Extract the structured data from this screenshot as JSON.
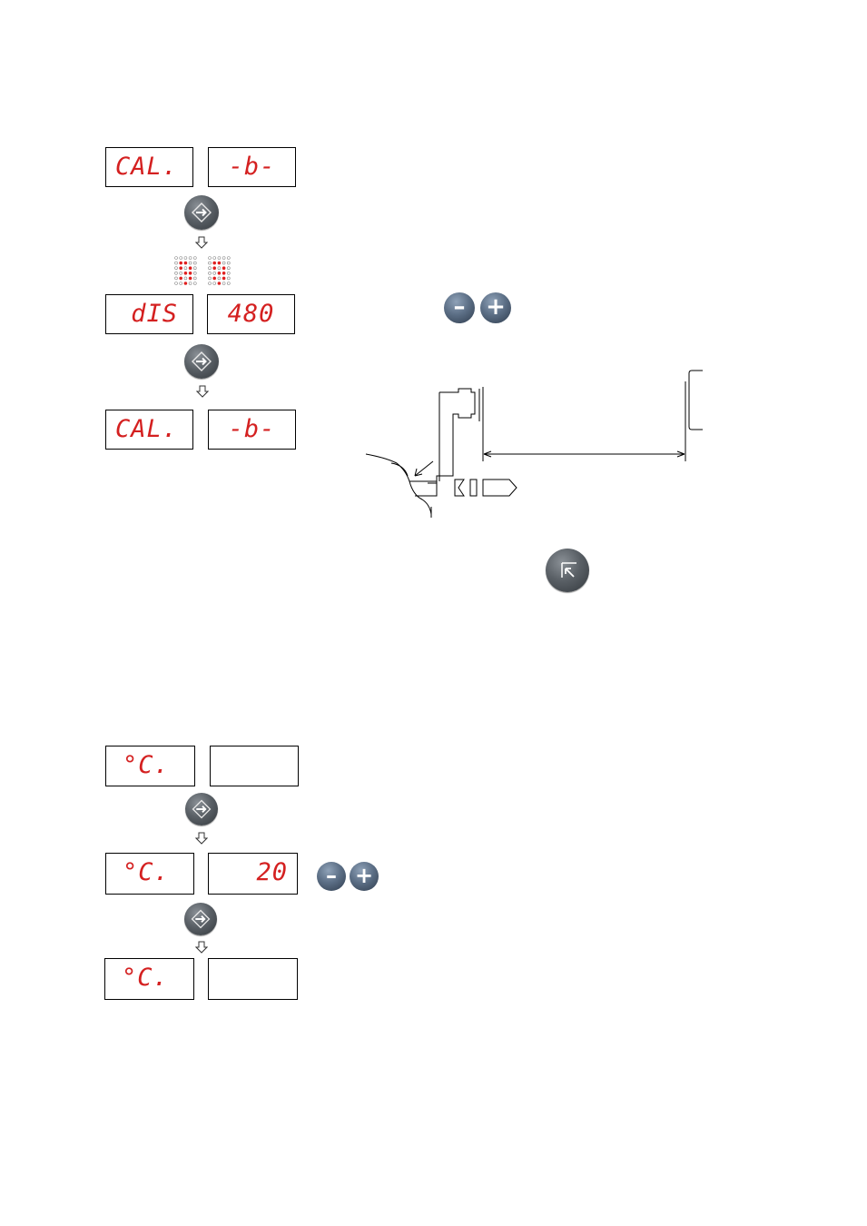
{
  "sequence_a": {
    "step1": {
      "left": "CAL.",
      "right": "-b-"
    },
    "step2": {
      "left": "dIS",
      "right": "480"
    },
    "step3": {
      "left": "CAL.",
      "right": "-b-"
    }
  },
  "sequence_b": {
    "step1": {
      "left": "°C.",
      "right": ""
    },
    "step2": {
      "left": "°C.",
      "right": "20"
    },
    "step3": {
      "left": "°C.",
      "right": ""
    }
  },
  "buttons": {
    "enter_icon": "enter-arrow-icon",
    "escape_icon": "escape-arrow-icon",
    "minus_label": "–",
    "plus_label": "+"
  },
  "colors": {
    "display_text": "#d42020",
    "button": "#5a6066",
    "plus_minus": "#5c6f86"
  }
}
